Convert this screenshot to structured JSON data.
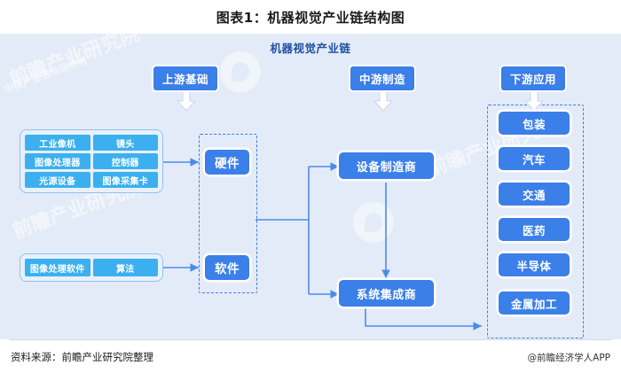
{
  "title": "图表1：机器视觉产业链结构图",
  "canvas": {
    "header": "机器视觉产业链",
    "watermarks": [
      "前瞻产业研究院",
      "中国产业咨询领导者",
      "前瞻产业研究院",
      "前瞻产业研究院"
    ]
  },
  "stages": [
    {
      "label": "上游基础",
      "name": "upstream"
    },
    {
      "label": "中游制造",
      "name": "midstream"
    },
    {
      "label": "下游应用",
      "name": "downstream"
    }
  ],
  "upstream": {
    "hardware_group": {
      "node_label": "硬件",
      "components": [
        "工业像机",
        "镜头",
        "图像处理器",
        "控制器",
        "光源设备",
        "图像采集卡"
      ]
    },
    "software_group": {
      "node_label": "软件",
      "components": [
        "图像处理软件",
        "算法"
      ]
    }
  },
  "midstream": {
    "nodes": [
      "设备制造商",
      "系统集成商"
    ]
  },
  "downstream": {
    "applications": [
      "包装",
      "汽车",
      "交通",
      "医药",
      "半导体",
      "金属加工"
    ]
  },
  "footer": {
    "source": "资料来源：前瞻产业研究院整理",
    "brand": "@前瞻经济学人APP"
  },
  "colors": {
    "canvas_bg": "#e4ebf8",
    "node_blue": "#3b7fe8",
    "chip_blue": "#3cb0ef",
    "header_text": "#1f4fa3",
    "connector": "#4a8bec"
  }
}
